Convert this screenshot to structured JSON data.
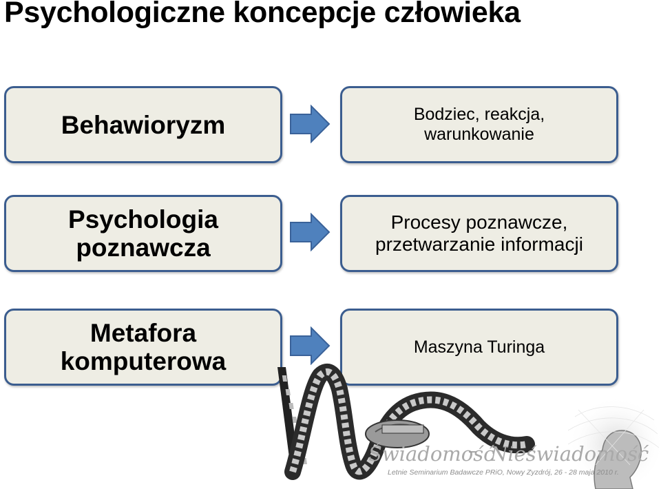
{
  "title": "Psychologiczne koncepcje człowieka",
  "rows": [
    {
      "left_lines": [
        "Behawioryzm"
      ],
      "right_lines": [
        "Bodziec, reakcja,",
        "warunkowanie"
      ]
    },
    {
      "left_lines": [
        "Psychologia",
        "poznawcza"
      ],
      "right_lines": [
        "Procesy poznawcze,",
        "przetwarzanie informacji"
      ]
    },
    {
      "left_lines": [
        "Metafora",
        "komputerowa"
      ],
      "right_lines": [
        "Maszyna Turinga"
      ]
    }
  ],
  "branding": {
    "left_word": "Świadomość",
    "dash": "–",
    "right_word": "Nieświadomość",
    "caption": "Letnie Seminarium Badawcze PRiO, Nowy Zyzdrój, 26 - 28 maja 2010 r."
  },
  "colors": {
    "box_fill": "#eeede4",
    "box_border": "#3b5d8f",
    "arrow_fill": "#4f81bd",
    "arrow_stroke": "#3a6299"
  }
}
